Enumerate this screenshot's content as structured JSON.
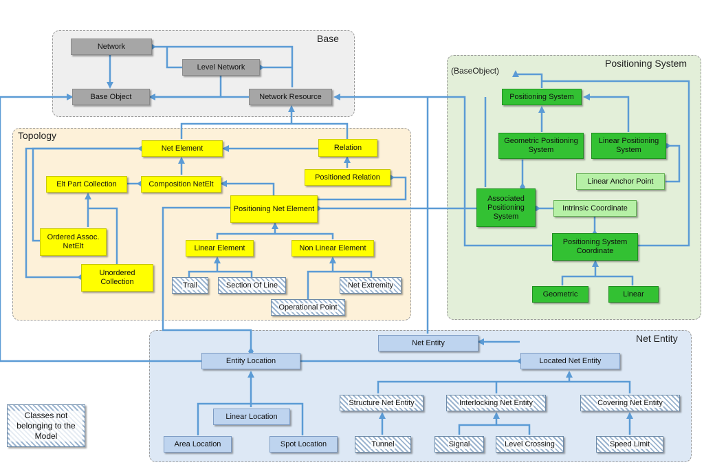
{
  "colors": {
    "connector": "#5b9bd5",
    "base_region": "#efefef",
    "topology_region": "#fdf1d9",
    "positioning_region": "#e3efd9",
    "net_entity_region": "#dde8f5"
  },
  "regions": {
    "base": "Base",
    "topology": "Topology",
    "positioning": "Positioning System",
    "net_entity": "Net Entity",
    "base_object_note": "(BaseObject)"
  },
  "base": {
    "network": "Network",
    "level_network": "Level Network",
    "base_object": "Base Object",
    "network_resource": "Network Resource"
  },
  "topology": {
    "net_element": "Net Element",
    "relation": "Relation",
    "positioned_relation": "Positioned Relation",
    "elt_part_collection": "Elt Part Collection",
    "composition_netelt": "Composition NetElt",
    "positioning_net_element": "Positioning Net Element",
    "ordered_assoc": "Ordered Assoc. NetElt",
    "unordered_collection": "Unordered Collection",
    "linear_element": "Linear Element",
    "non_linear_element": "Non Linear Element",
    "trail": "Trail",
    "section_of_line": "Section Of Line",
    "net_extremity": "Net Extremity",
    "operational_point": "Operational Point"
  },
  "positioning": {
    "positioning_system": "Positioning System",
    "geometric_positioning_system": "Geometric Positioning System",
    "linear_positioning_system": "Linear Positioning System",
    "linear_anchor_point": "Linear Anchor Point",
    "associated_positioning_system": "Associated Positioning System",
    "intrinsic_coordinate": "Intrinsic Coordinate",
    "positioning_system_coordinate": "Positioning System Coordinate",
    "geometric": "Geometric",
    "linear": "Linear"
  },
  "net_entity": {
    "net_entity": "Net Entity",
    "entity_location": "Entity Location",
    "located_net_entity": "Located Net Entity",
    "linear_location": "Linear Location",
    "area_location": "Area Location",
    "spot_location": "Spot Location",
    "structure_net_entity": "Structure Net Entity",
    "interlocking_net_entity": "Interlocking Net Entity",
    "covering_net_entity": "Covering Net Entity",
    "tunnel": "Tunnel",
    "signal": "Signal",
    "level_crossing": "Level Crossing",
    "speed_limit": "Speed Limit"
  },
  "legend": {
    "text": "Classes not belonging to the Model"
  }
}
